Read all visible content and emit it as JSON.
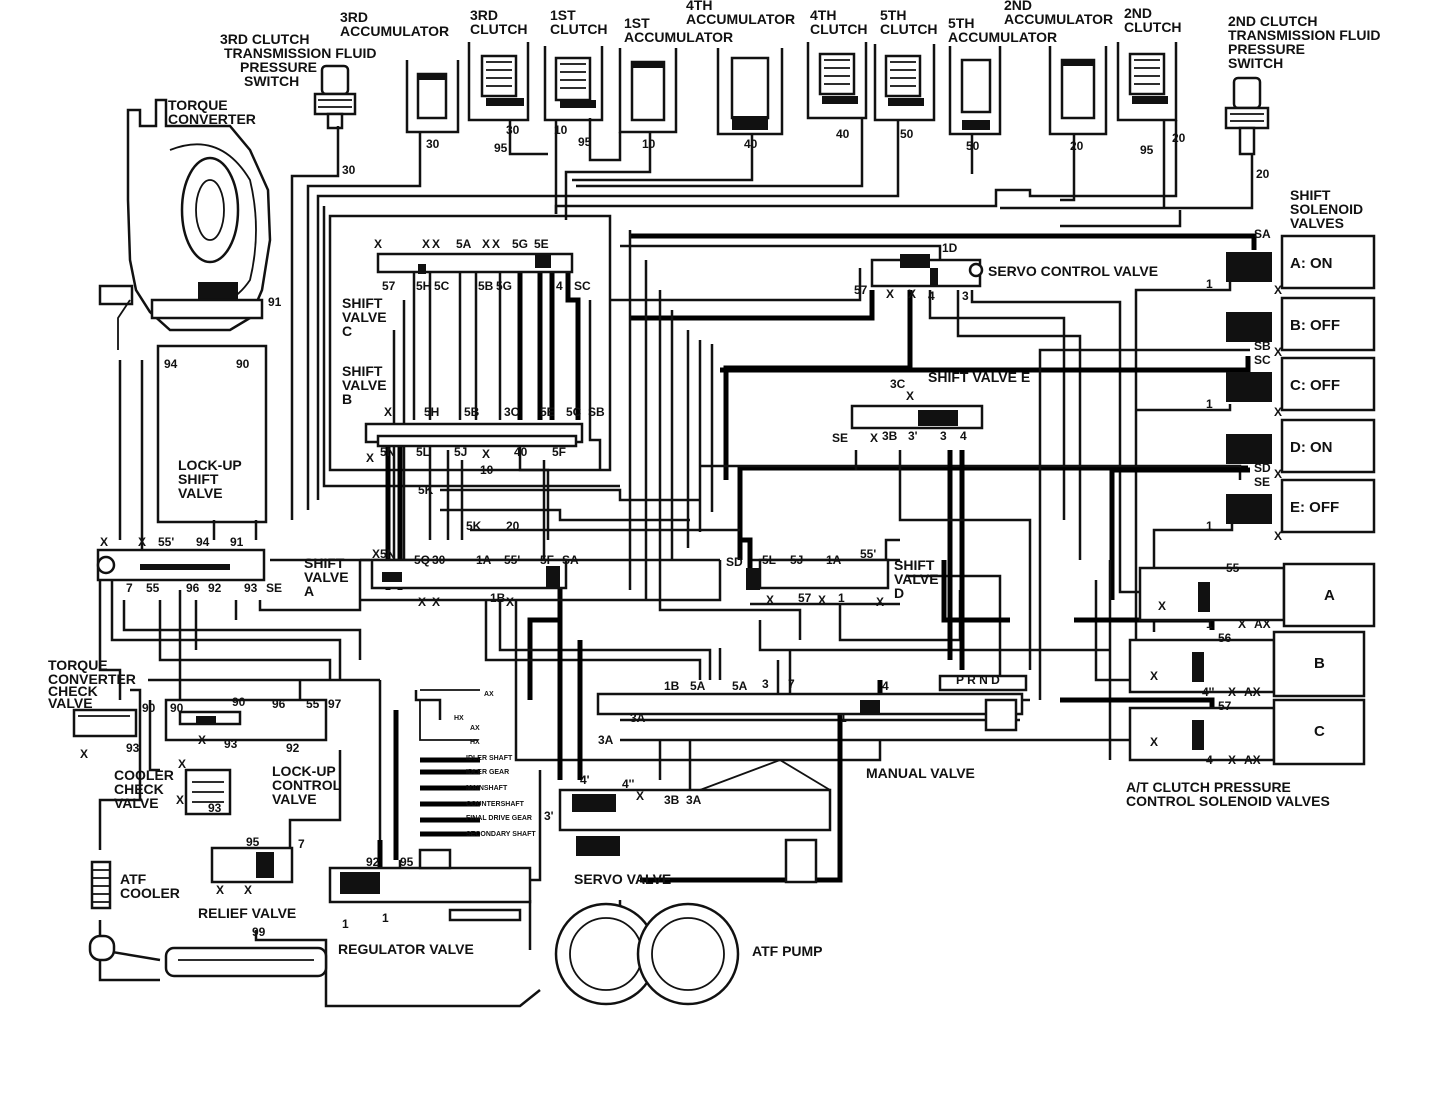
{
  "labels": {
    "third_clutch_switch": [
      "3RD CLUTCH",
      "TRANSMISSION FLUID",
      "PRESSURE",
      "SWITCH"
    ],
    "third_accumulator": [
      "3RD",
      "ACCUMULATOR"
    ],
    "third_clutch": [
      "3RD",
      "CLUTCH"
    ],
    "first_clutch": [
      "1ST",
      "CLUTCH"
    ],
    "first_accumulator": [
      "1ST",
      "ACCUMULATOR"
    ],
    "fourth_accumulator": [
      "4TH",
      "ACCUMULATOR"
    ],
    "fourth_clutch": [
      "4TH",
      "CLUTCH"
    ],
    "fifth_clutch": [
      "5TH",
      "CLUTCH"
    ],
    "fifth_accumulator": [
      "5TH",
      "ACCUMULATOR"
    ],
    "second_accumulator": [
      "2ND",
      "ACCUMULATOR"
    ],
    "second_clutch": [
      "2ND",
      "CLUTCH"
    ],
    "second_clutch_switch": [
      "2ND CLUTCH",
      "TRANSMISSION FLUID",
      "PRESSURE",
      "SWITCH"
    ],
    "torque_converter": [
      "TORQUE",
      "CONVERTER"
    ],
    "shift_solenoid_valves": [
      "SHIFT",
      "SOLENOID",
      "VALVES"
    ],
    "servo_control_valve": "SERVO CONTROL VALVE",
    "shift_valve_c": [
      "SHIFT",
      "VALVE",
      "C"
    ],
    "shift_valve_b": [
      "SHIFT",
      "VALVE",
      "B"
    ],
    "shift_valve_e": "SHIFT VALVE E",
    "lockup_shift_valve": [
      "LOCK-UP",
      "SHIFT",
      "VALVE"
    ],
    "shift_valve_a": [
      "SHIFT",
      "VALVE",
      "A"
    ],
    "shift_valve_d": [
      "SHIFT",
      "VALVE",
      "D"
    ],
    "torque_converter_check_valve": [
      "TORQUE",
      "CONVERTER",
      "CHECK",
      "VALVE"
    ],
    "cooler_check_valve": [
      "COOLER",
      "CHECK",
      "VALVE"
    ],
    "lockup_control_valve": [
      "LOCK-UP",
      "CONTROL",
      "VALVE"
    ],
    "manual_valve": "MANUAL VALVE",
    "clutch_pressure_solenoids": [
      "A/T CLUTCH PRESSURE",
      "CONTROL SOLENOID VALVES"
    ],
    "atf_cooler": [
      "ATF",
      "COOLER"
    ],
    "relief_valve": "RELIEF VALVE",
    "regulator_valve": "REGULATOR VALVE",
    "servo_valve": "SERVO VALVE",
    "atf_pump": "ATF PUMP"
  },
  "solenoids": [
    {
      "id": "A",
      "state": "A: ON"
    },
    {
      "id": "B",
      "state": "B: OFF"
    },
    {
      "id": "C",
      "state": "C: OFF"
    },
    {
      "id": "D",
      "state": "D: ON"
    },
    {
      "id": "E",
      "state": "E: OFF"
    }
  ],
  "clutch_pressure_solenoids": [
    "A",
    "B",
    "C"
  ],
  "gear_positions": "P R N D",
  "shaft_labels": [
    "AX",
    "HX",
    "AX",
    "HX",
    "IDLER SHAFT",
    "IDLER GEAR",
    "MAINSHAFT",
    "COUNTERSHAFT",
    "FINAL DRIVE GEAR",
    "SECONDARY SHAFT"
  ],
  "port_codes": {
    "top_row": [
      "30",
      "30",
      "95",
      "30",
      "10",
      "95",
      "10",
      "40",
      "40",
      "50",
      "50",
      "20",
      "95",
      "20",
      "20"
    ],
    "torque_converter": [
      "91",
      "94",
      "90"
    ],
    "shift_valve_c": [
      "X",
      "X",
      "X",
      "5A",
      "X",
      "X",
      "5G",
      "5E",
      "57",
      "5H",
      "5C",
      "5B",
      "5G",
      "4",
      "SC"
    ],
    "servo_control": [
      "1D",
      "57",
      "X",
      "X",
      "4",
      "3"
    ],
    "shift_valve_b": [
      "X",
      "5H",
      "5B",
      "3C",
      "5E",
      "5C",
      "SB",
      "X",
      "5N",
      "5L",
      "5J",
      "X",
      "10",
      "40",
      "5F"
    ],
    "shift_valve_e": [
      "3C",
      "X",
      "SE",
      "X",
      "3B",
      "3'",
      "3",
      "4"
    ],
    "lockup_shift": [
      "X",
      "55'",
      "94",
      "91",
      "X",
      "7",
      "55",
      "96",
      "92",
      "93",
      "SE"
    ],
    "shift_valve_a": [
      "5K",
      "5K",
      "20",
      "X",
      "5N",
      "5Q",
      "30",
      "1A",
      "55'",
      "5F",
      "SA",
      "X",
      "X",
      "1B",
      "X"
    ],
    "shift_valve_d": [
      "SD",
      "5L",
      "5J",
      "1A",
      "55'",
      "X",
      "57",
      "X",
      "1",
      "X"
    ],
    "lockup_control": [
      "90",
      "90",
      "96",
      "55",
      "97",
      "93",
      "92",
      "90",
      "X",
      "X",
      "X",
      "93",
      "X",
      "93"
    ],
    "manual": [
      "1B",
      "5A",
      "5A",
      "3",
      "7",
      "3A",
      "3A",
      "4",
      "1"
    ],
    "servo": [
      "4'",
      "4''",
      "X",
      "3B",
      "3A",
      "3'"
    ],
    "regulator": [
      "92",
      "95",
      "1",
      "1"
    ],
    "relief": [
      "95",
      "7",
      "X",
      "X",
      "99"
    ],
    "solenoid_ports": [
      "SA",
      "SB",
      "SC",
      "SD",
      "SE",
      "X",
      "X",
      "X",
      "X",
      "X",
      "1",
      "1",
      "1"
    ],
    "clutch_solenoid_ports": [
      "55",
      "56",
      "57",
      "1",
      "X",
      "AX",
      "4''",
      "X",
      "AX",
      "4",
      "X",
      "AX",
      "X",
      "X",
      "X"
    ]
  }
}
